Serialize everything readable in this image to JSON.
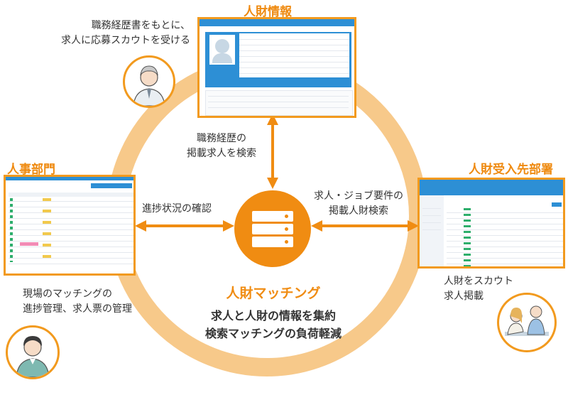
{
  "nodes": {
    "top": {
      "title": "人財情報",
      "caption": [
        "職務経歴書をもとに、",
        "求人に応募スカウトを受ける"
      ]
    },
    "left": {
      "title": "人事部門",
      "caption": [
        "現場のマッチングの",
        "進捗管理、求人票の管理"
      ]
    },
    "right": {
      "title": "人財受入先部署",
      "caption": [
        "人財をスカウト",
        "求人掲載"
      ]
    }
  },
  "edges": {
    "top_center": [
      "職務経歴の",
      "掲載求人を検索"
    ],
    "left_center": "進捗状況の確認",
    "right_center": [
      "求人・ジョブ要件の",
      "掲載人財検索"
    ]
  },
  "center": {
    "title": "人財マッチング",
    "lines": [
      "求人と人財の情報を集約",
      "検索マッチングの負荷軽減"
    ]
  },
  "colors": {
    "accent": "#f08c12",
    "ring": "#f7c98a",
    "screen_header": "#2d8fd5"
  },
  "icons": {
    "center": "server-icon",
    "arrows": "double-arrow-icon"
  }
}
